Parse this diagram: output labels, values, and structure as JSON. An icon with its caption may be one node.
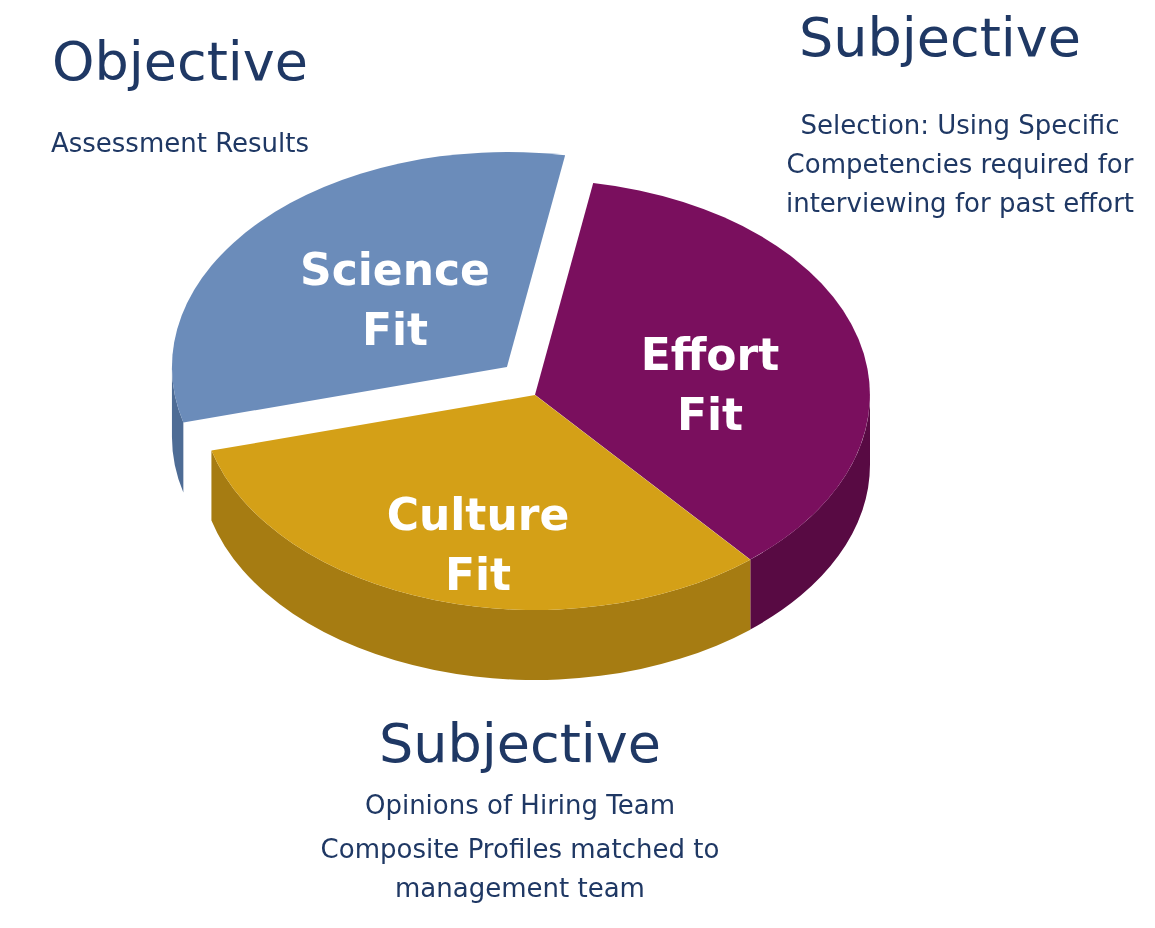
{
  "diagram": {
    "nodes": [
      {
        "text": [
          "Science Fit"
        ]
      },
      {
        "text": [
          "Effort Fit"
        ]
      },
      {
        "text": [
          "Culture Fit"
        ]
      }
    ],
    "labels": [
      "Objective",
      "Assessment Results",
      "Subjective",
      "Selection: Using Specific Competencies required for interviewing for past effort",
      "Subjective",
      "Opinions of Hiring Team",
      "Composite Profiles matched to management team"
    ]
  }
}
